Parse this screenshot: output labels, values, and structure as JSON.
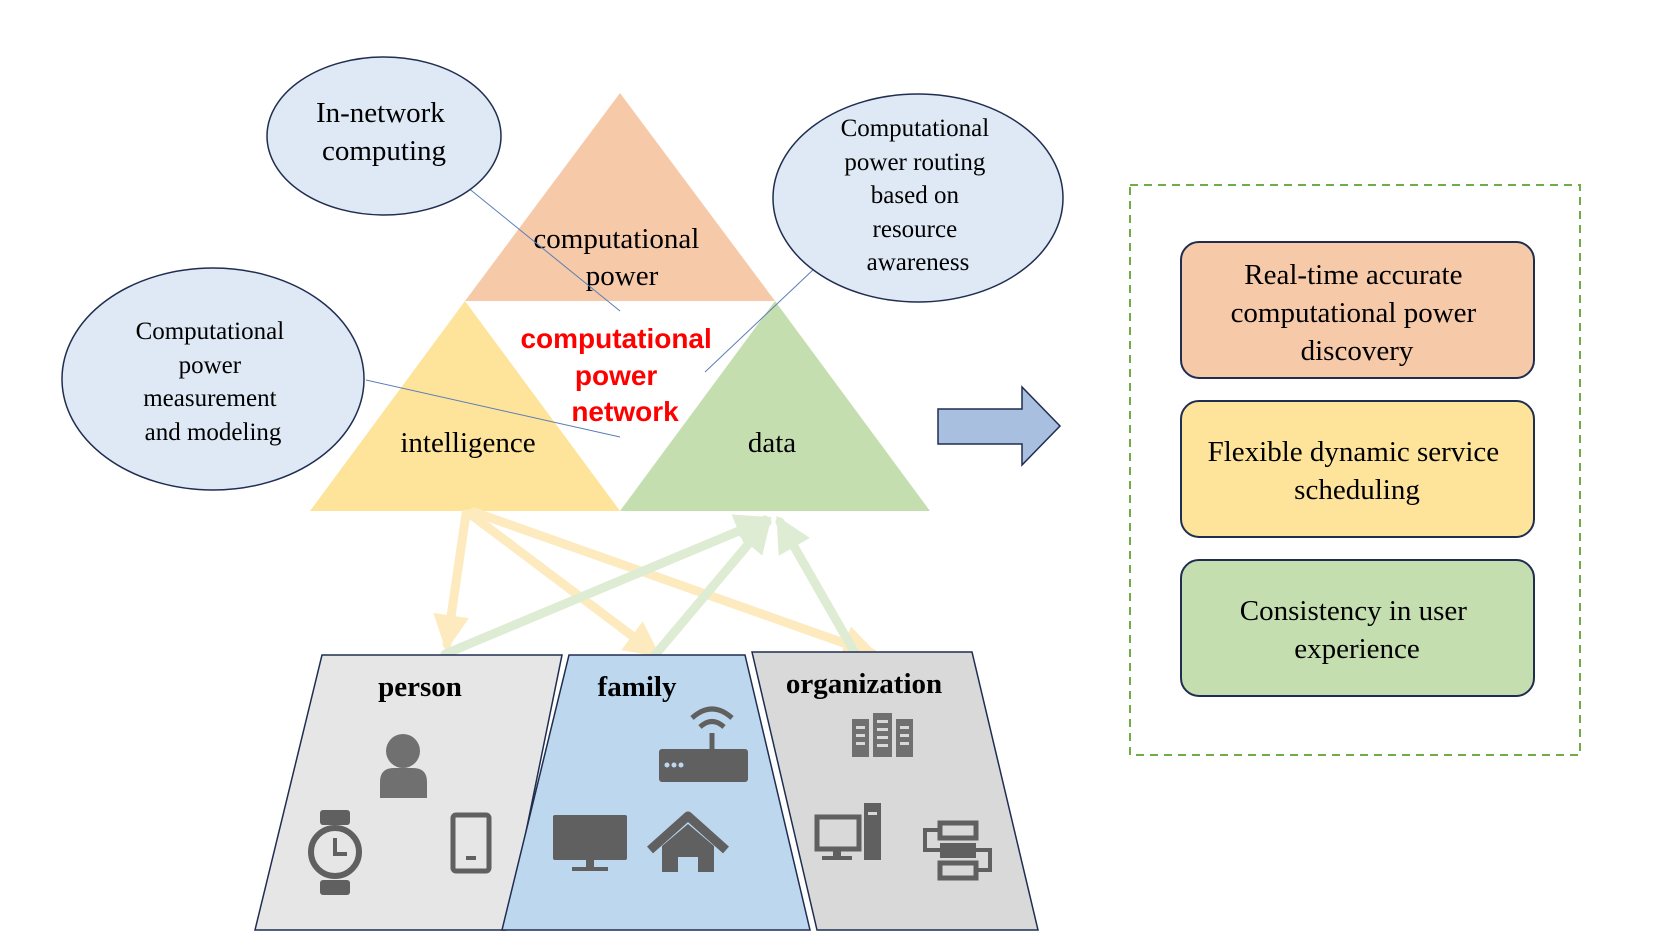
{
  "triangles": {
    "top": {
      "label_lines": [
        "computational",
        "power"
      ],
      "color": "#f6c9a8"
    },
    "left": {
      "label": "intelligence",
      "color": "#fde49a"
    },
    "right": {
      "label": "data",
      "color": "#c4deb0"
    }
  },
  "center_label_lines": [
    "computational",
    "power",
    "network"
  ],
  "center_label_color": "#ff0000",
  "callouts": {
    "in_network": [
      "In-network",
      "computing"
    ],
    "routing": [
      "Computational",
      "power routing",
      "based on",
      "resource",
      "awareness"
    ],
    "measurement": [
      "Computational",
      "power",
      "measurement",
      "and modeling"
    ]
  },
  "callout_fill": "#dee9f5",
  "panels": {
    "person": {
      "label": "person",
      "icons": [
        "person-icon",
        "smartwatch-icon",
        "phone-icon"
      ],
      "color": "#e6e6e6"
    },
    "family": {
      "label": "family",
      "icons": [
        "router-icon",
        "monitor-icon",
        "home-icon"
      ],
      "color": "#bdd7ee"
    },
    "organization": {
      "label": "organization",
      "icons": [
        "server-rack-icon",
        "desktop-computer-icon",
        "network-server-icon"
      ],
      "color": "#d9d9d9"
    }
  },
  "arrow_color": "#a9bfe0",
  "feature_boxes": [
    {
      "lines": [
        "Real-time accurate",
        "computational power",
        "discovery"
      ],
      "color": "#f6c9a8"
    },
    {
      "lines": [
        "Flexible dynamic service",
        "scheduling"
      ],
      "color": "#fde49a"
    },
    {
      "lines": [
        "Consistency in user",
        "experience"
      ],
      "color": "#c4deb0"
    }
  ],
  "dashed_border_color": "#70ad47"
}
